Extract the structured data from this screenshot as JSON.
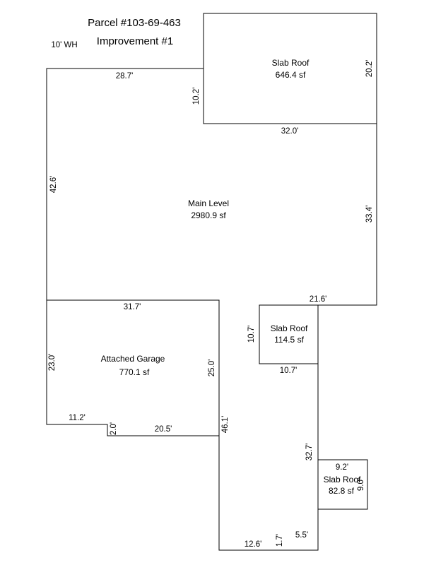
{
  "header": {
    "parcel": "Parcel #103-69-463",
    "improvement": "Improvement #1",
    "note": "10' WH"
  },
  "areas": {
    "slab_top": {
      "name": "Slab Roof",
      "sf": "646.4 sf"
    },
    "main": {
      "name": "Main Level",
      "sf": "2980.9 sf"
    },
    "slab_mid": {
      "name": "Slab Roof",
      "sf": "114.5 sf"
    },
    "garage": {
      "name": "Attached Garage",
      "sf": "770.1 sf"
    },
    "slab_small": {
      "name": "Slab Roof",
      "sf": "82.8 sf"
    }
  },
  "dims": {
    "main_top": "28.7'",
    "main_left": "42.6'",
    "slab_top_left": "10.2'",
    "slab_top_right": "20.2'",
    "slab_top_bottom": "32.0'",
    "main_right": "33.4'",
    "main_notch_top": "21.6'",
    "slab_mid_left": "10.7'",
    "slab_mid_bottom": "10.7'",
    "garage_top": "31.7'",
    "garage_left": "23.0'",
    "garage_right": "25.0'",
    "garage_bottom_left": "11.2'",
    "garage_step": "2.0'",
    "garage_bottom_right": "20.5'",
    "main_lower_left": "46.1'",
    "main_lower_right": "32.7'",
    "slab_small_top": "9.2'",
    "slab_small_side": "9.0'",
    "bottom_wide": "12.6'",
    "bottom_step": "1.7'",
    "bottom_narrow": "5.5'"
  }
}
